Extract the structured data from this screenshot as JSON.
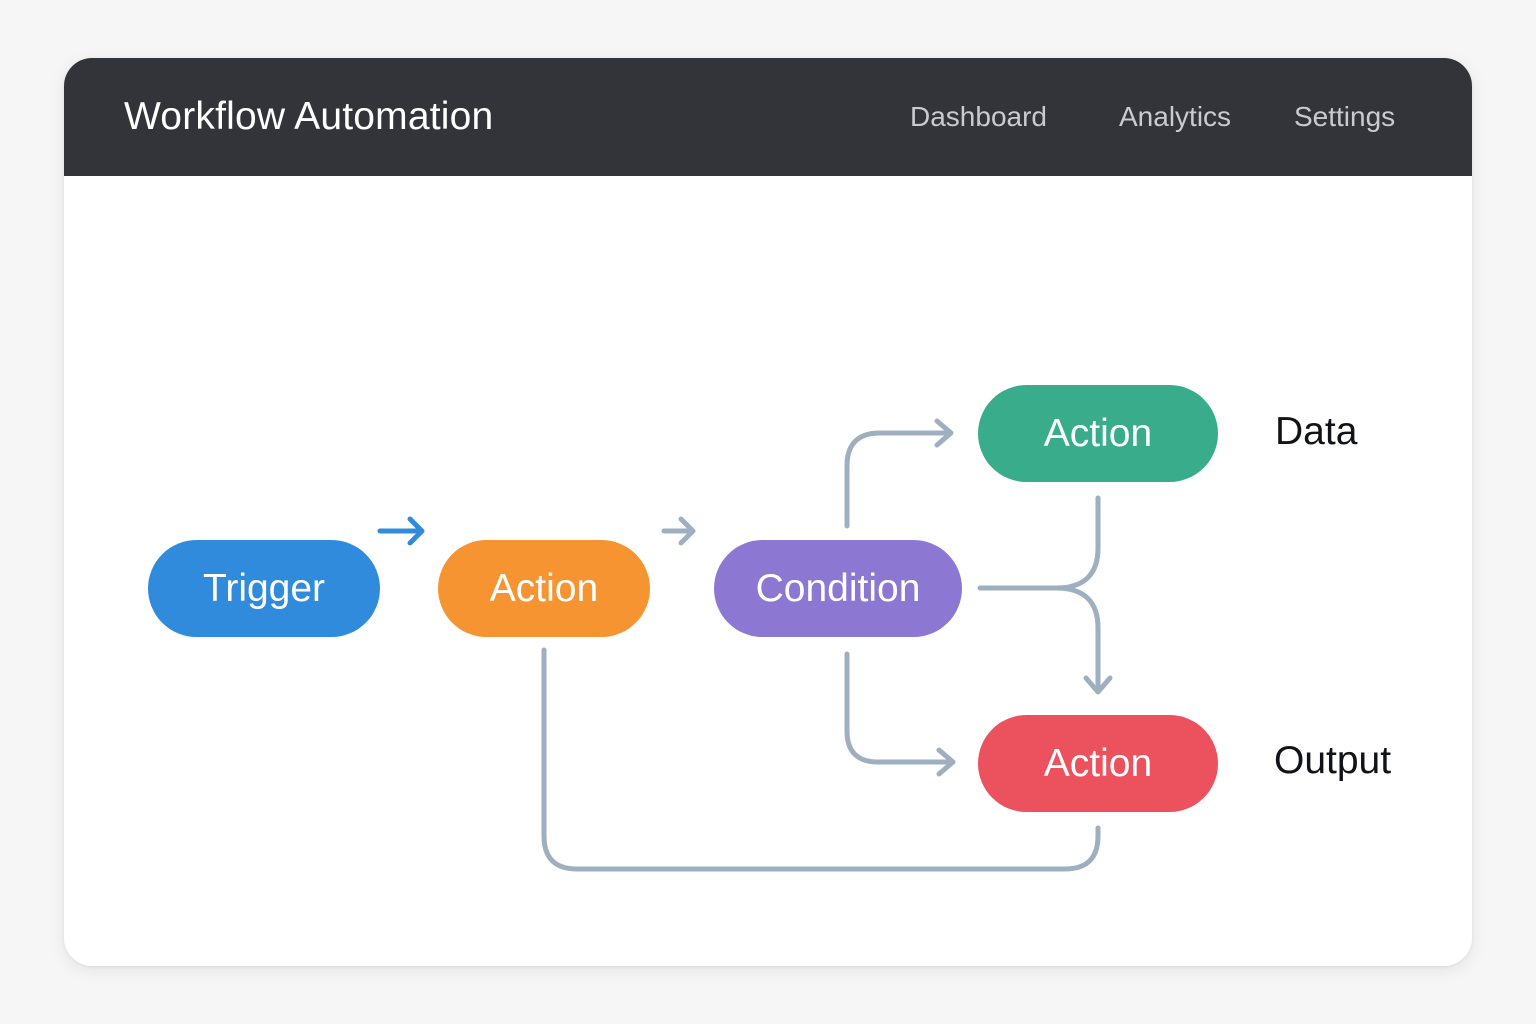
{
  "header": {
    "title": "Workflow Automation",
    "nav": [
      {
        "label": "Dashboard"
      },
      {
        "label": "Analytics"
      },
      {
        "label": "Settings"
      }
    ]
  },
  "nodes": {
    "trigger": {
      "label": "Trigger",
      "color": "#318bdc"
    },
    "action_1": {
      "label": "Action",
      "color": "#f69432"
    },
    "condition": {
      "label": "Condition",
      "color": "#8c77d3"
    },
    "action_data": {
      "label": "Action",
      "color": "#39ad8b"
    },
    "action_output": {
      "label": "Action",
      "color": "#ec525e"
    }
  },
  "labels": {
    "data": "Data",
    "output": "Output"
  },
  "colors": {
    "connector": "#9eafbf",
    "trigger_arrow": "#318bdc"
  }
}
